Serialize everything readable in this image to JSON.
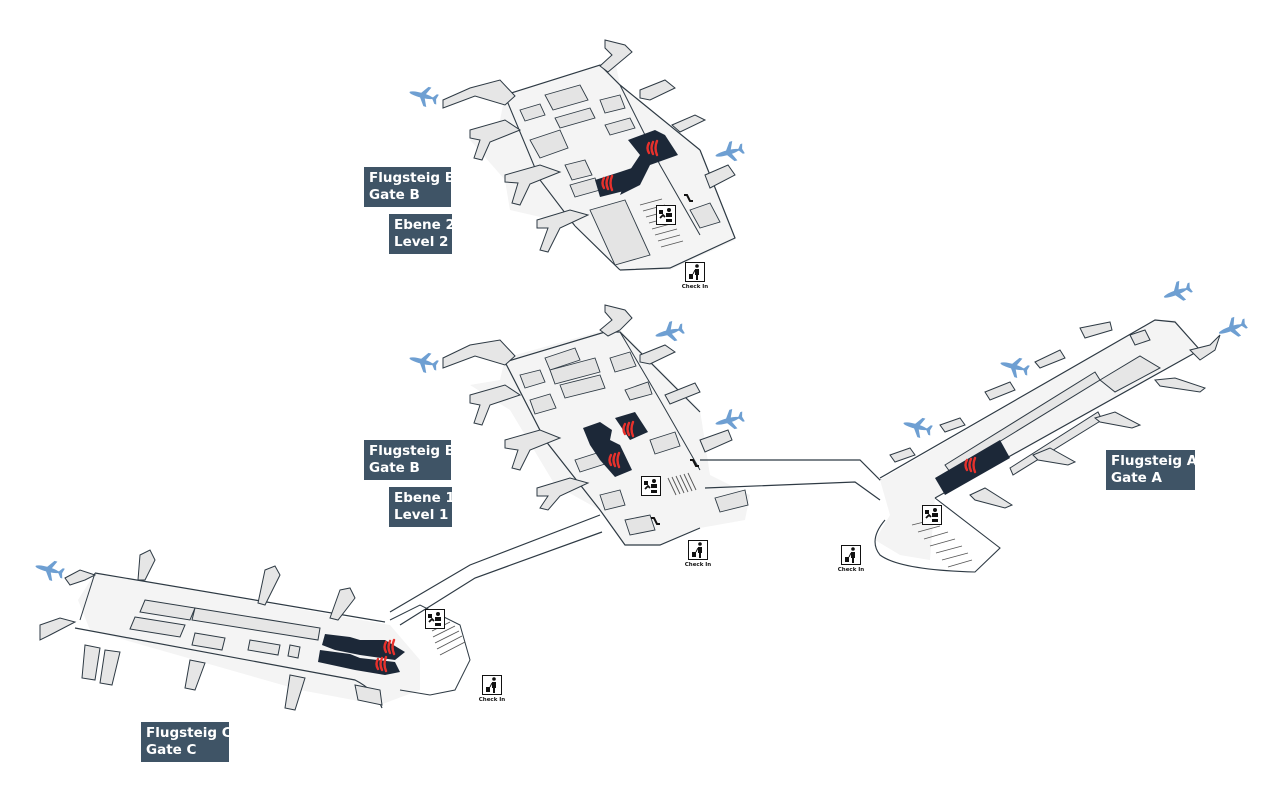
{
  "map": {
    "title": "Terminal overview",
    "colors": {
      "floor": "#ececec",
      "wall": "#2e3a44",
      "block": "#1c2838",
      "wave": "#e8312c",
      "plane": "#6e9fd2",
      "label_bg": "#3f5466",
      "label_text": "#ffffff"
    },
    "labels": {
      "gate_b_upper": {
        "line1": "Flugsteig B",
        "line2": "Gate B"
      },
      "level_2": {
        "line1": "Ebene 2",
        "line2": "Level 2"
      },
      "gate_b_lower": {
        "line1": "Flugsteig B",
        "line2": "Gate B"
      },
      "level_1": {
        "line1": "Ebene 1",
        "line2": "Level 1"
      },
      "gate_a": {
        "line1": "Flugsteig A",
        "line2": "Gate A"
      },
      "gate_c": {
        "line1": "Flugsteig C",
        "line2": "Gate C"
      }
    },
    "checkin": {
      "text": "Check In",
      "icon": "traveler-with-luggage-icon"
    },
    "passport_control": {
      "icon": "passport-control-officer-icon"
    },
    "security": {
      "icon": "red-wave-security-icon"
    },
    "aircraft": {
      "icon": "airplane-icon"
    },
    "escalator": {
      "icon": "escalator-icon"
    }
  }
}
